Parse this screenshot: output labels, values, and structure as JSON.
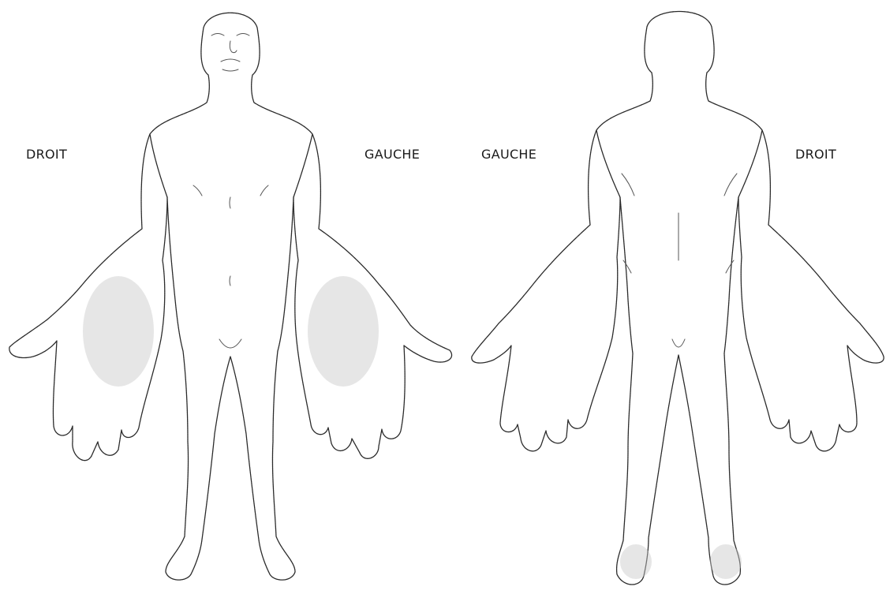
{
  "figure": {
    "front_view": {
      "left_label": "DROIT",
      "right_label": "GAUCHE"
    },
    "back_view": {
      "left_label": "GAUCHE",
      "right_label": "DROIT"
    }
  }
}
